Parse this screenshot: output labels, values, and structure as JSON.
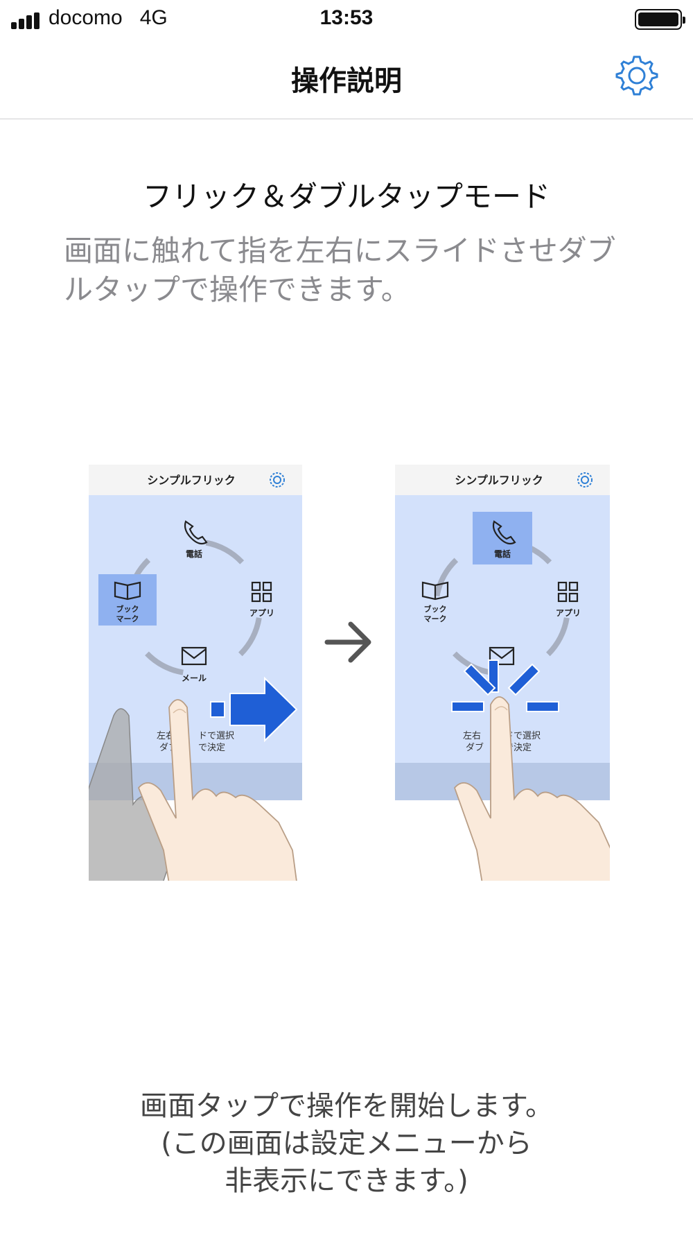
{
  "status_bar": {
    "carrier": "docomo   4G",
    "time": "13:53"
  },
  "nav": {
    "title": "操作説明",
    "settings_icon": "gear-icon"
  },
  "content": {
    "mode_title": "フリック＆ダブルタップモード",
    "mode_description": "画面に触れて指を左右にスライドさせダブルタップで操作できます。"
  },
  "illustration": {
    "screen_title": "シンプルフリック",
    "items": {
      "phone": "電話",
      "bookmark_line1": "ブック",
      "bookmark_line2": "マーク",
      "apps": "アプリ",
      "mail": "メール"
    },
    "hint_line1": "左右",
    "hint_line1b": "ドで選択",
    "hint_line2": "ダブ",
    "hint_line2b": "で決定",
    "colors": {
      "screen_bg": "#d3e1fb",
      "highlight": "#8fb1f0",
      "arrow_blue": "#1f5fd6",
      "skin": "#faeadb"
    }
  },
  "footer": {
    "line1": "画面タップで操作を開始します。",
    "line2": "(この画面は設定メニューから",
    "line3": "非表示にできます。)"
  }
}
